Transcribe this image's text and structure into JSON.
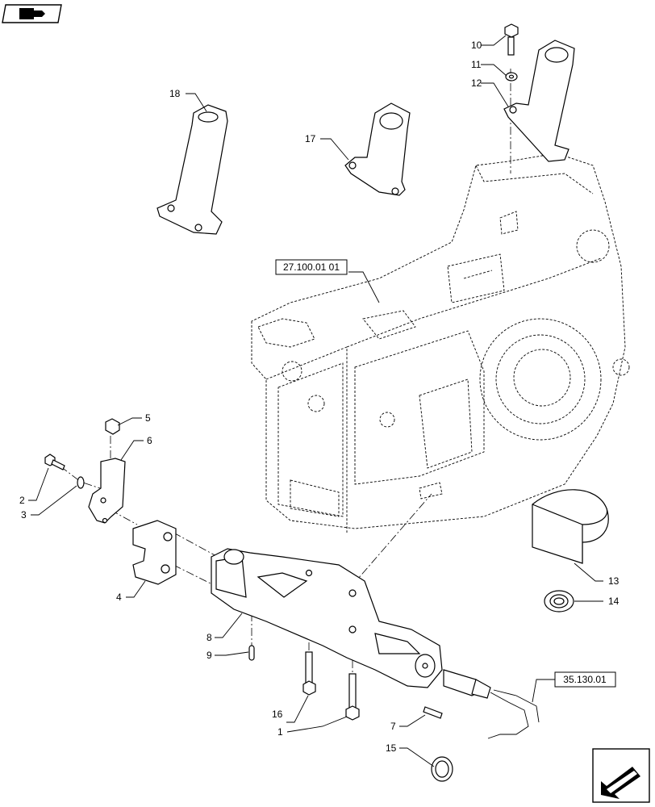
{
  "diagram": {
    "callouts": [
      {
        "id": "c1",
        "text": "1"
      },
      {
        "id": "c2",
        "text": "2"
      },
      {
        "id": "c3",
        "text": "3"
      },
      {
        "id": "c4",
        "text": "4"
      },
      {
        "id": "c5",
        "text": "5"
      },
      {
        "id": "c6",
        "text": "6"
      },
      {
        "id": "c7",
        "text": "7"
      },
      {
        "id": "c8",
        "text": "8"
      },
      {
        "id": "c9",
        "text": "9"
      },
      {
        "id": "c10",
        "text": "10"
      },
      {
        "id": "c11",
        "text": "11"
      },
      {
        "id": "c12",
        "text": "12"
      },
      {
        "id": "c13",
        "text": "13"
      },
      {
        "id": "c14",
        "text": "14"
      },
      {
        "id": "c15",
        "text": "15"
      },
      {
        "id": "c16",
        "text": "16"
      },
      {
        "id": "c17",
        "text": "17"
      },
      {
        "id": "c18",
        "text": "18"
      }
    ],
    "references": [
      {
        "id": "ref-housing",
        "text": "27.100.01 01"
      },
      {
        "id": "ref-harness",
        "text": "35.130.01"
      }
    ]
  },
  "icons": {
    "top_left": "book-page-icon",
    "bottom_right": "back-arrow-icon"
  }
}
